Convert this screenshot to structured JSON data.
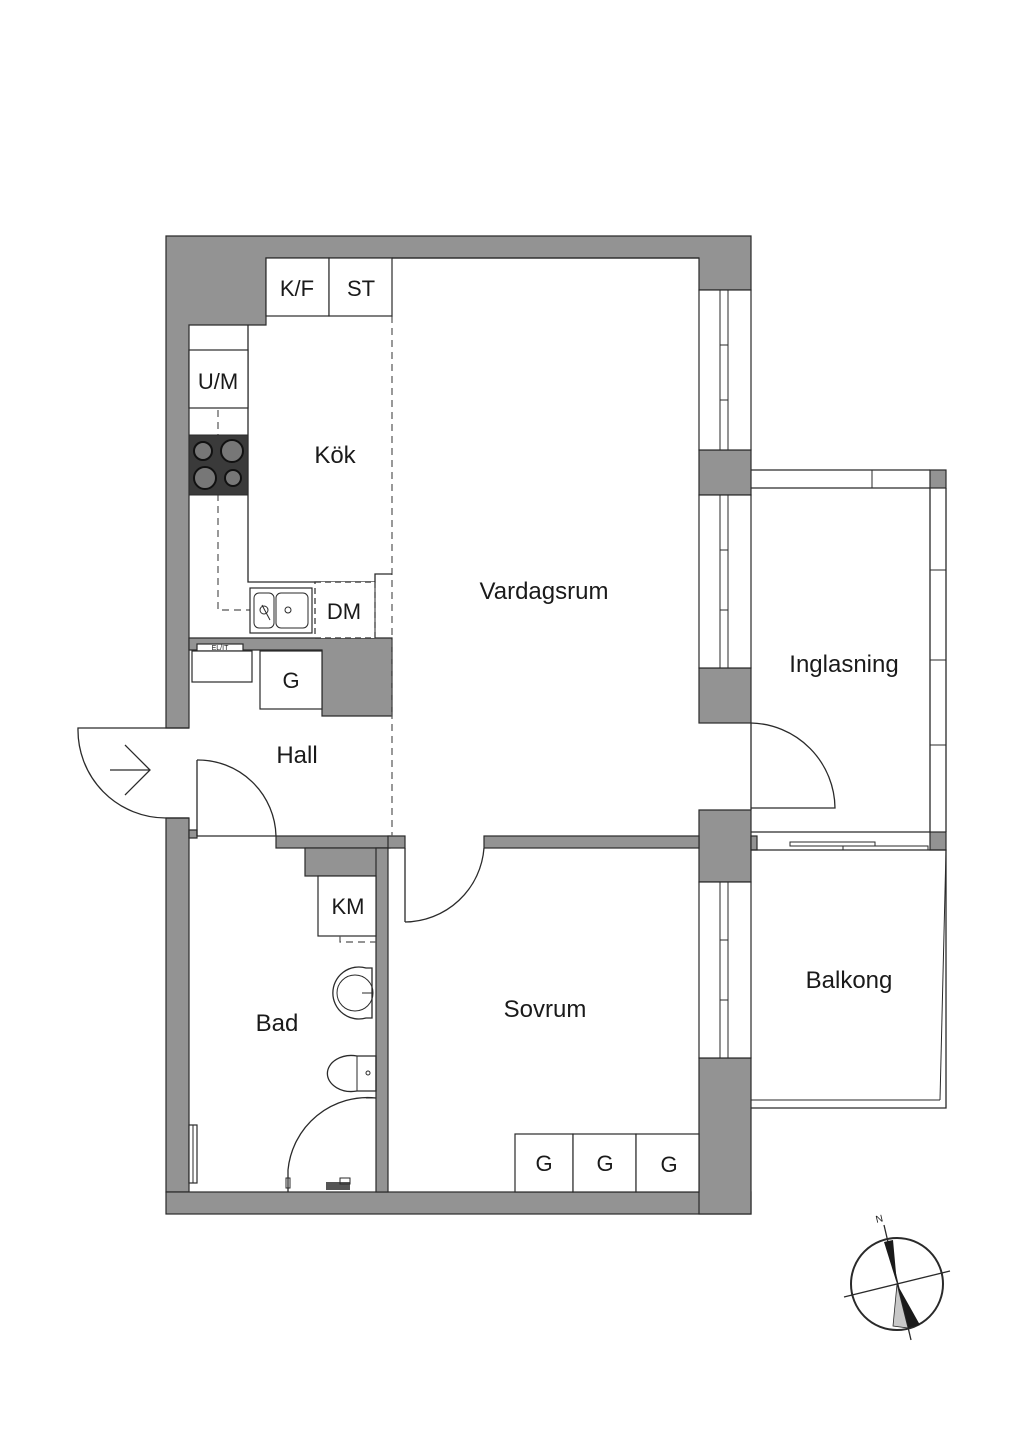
{
  "rooms": {
    "kitchen": "Kök",
    "living": "Vardagsrum",
    "glazing": "Inglasning",
    "hall": "Hall",
    "bath": "Bad",
    "bedroom": "Sovrum",
    "balcony": "Balkong"
  },
  "fixtures": {
    "fridge_freezer": "K/F",
    "storage": "ST",
    "microwave_oven": "U/M",
    "dishwasher": "DM",
    "wardrobe": "G",
    "washing_machine": "KM",
    "electrical_panel": "EL/IT",
    "bedroom_wardrobes": [
      "G",
      "G",
      "G"
    ]
  },
  "compass": {
    "north_label": "N"
  },
  "colors": {
    "wall": "#939393",
    "line": "#2a2a2a",
    "stove": "#3a3a3a",
    "background": "#ffffff"
  }
}
